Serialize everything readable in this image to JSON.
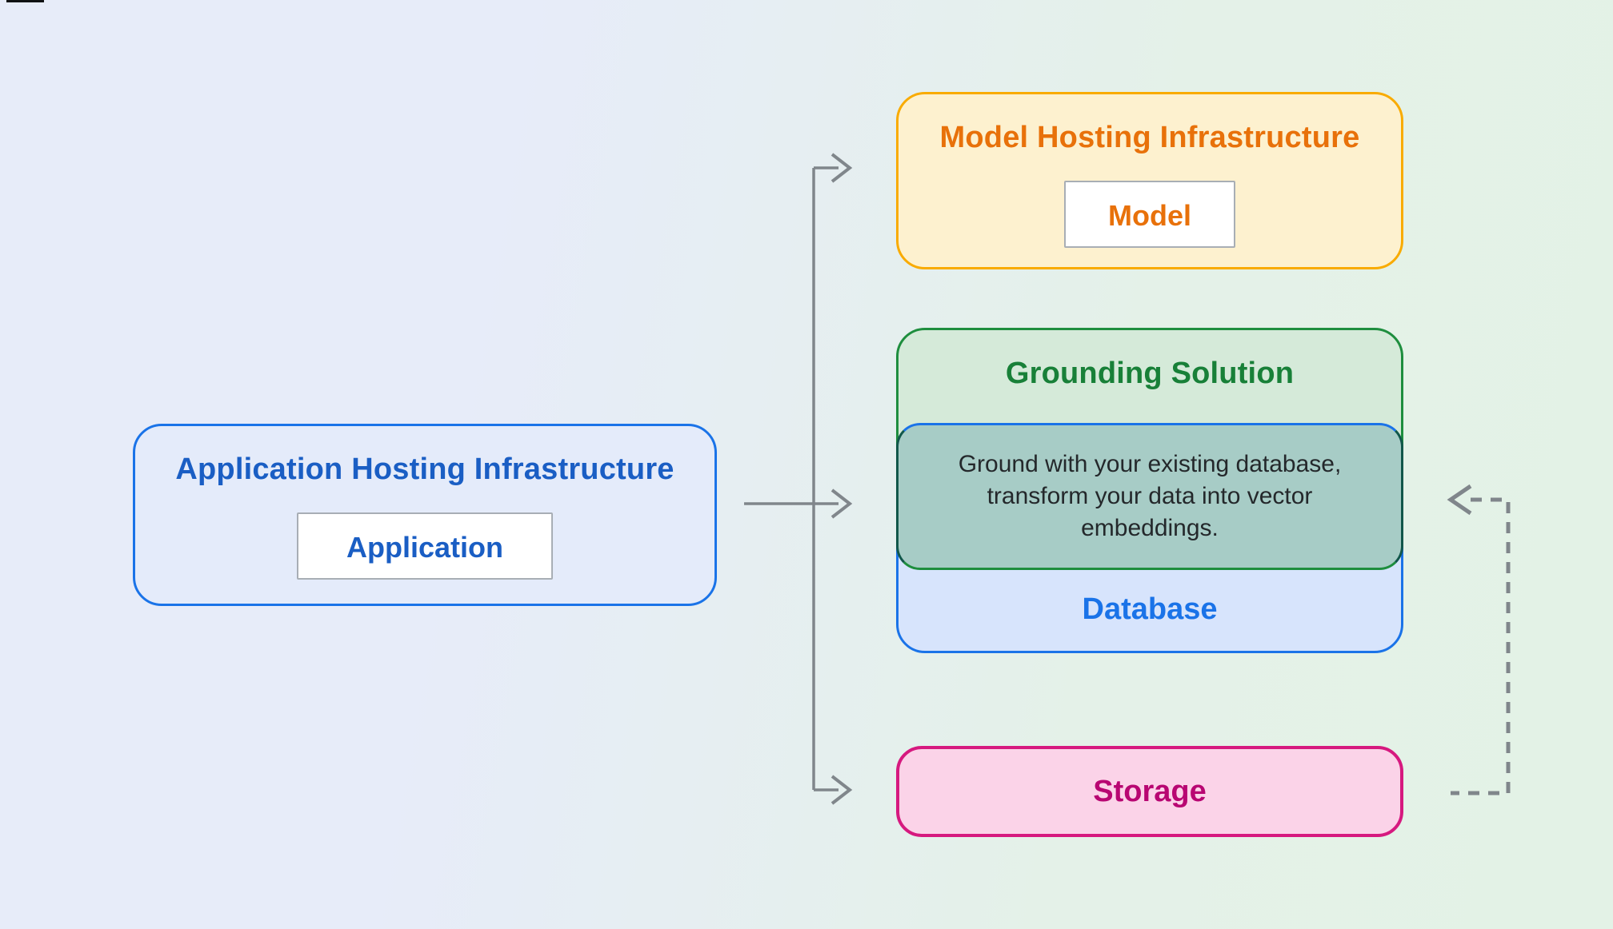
{
  "diagram": {
    "application_hosting": {
      "title": "Application Hosting Infrastructure",
      "chip": "Application"
    },
    "model_hosting": {
      "title": "Model Hosting Infrastructure",
      "chip": "Model"
    },
    "grounding": {
      "title": "Grounding Solution",
      "note_lines": [
        "Ground with your existing database,",
        "transform your data into vector",
        "embeddings."
      ]
    },
    "database": {
      "label": "Database"
    },
    "storage": {
      "label": "Storage"
    }
  },
  "colors": {
    "background_left": "#e7ecf9",
    "background_right": "#e3f2e6",
    "application_accent": "#1a5ec4",
    "application_border": "#1a73e8",
    "application_fill": "#e4ebfa",
    "model_accent": "#e8710a",
    "model_border": "#f9ab00",
    "model_fill": "#fdf1cf",
    "grounding_accent": "#188038",
    "grounding_border": "#1e8e3e",
    "grounding_fill": "#d5ead9",
    "database_accent": "#1a73e8",
    "database_fill": "#d7e4fc",
    "note_fill": "#a7ccc6",
    "note_text": "#24282b",
    "storage_accent": "#b80672",
    "storage_border": "#d6197f",
    "storage_fill": "#fbd3e8",
    "arrow_gray": "#80868b",
    "chip_border": "#a8aeb5"
  }
}
